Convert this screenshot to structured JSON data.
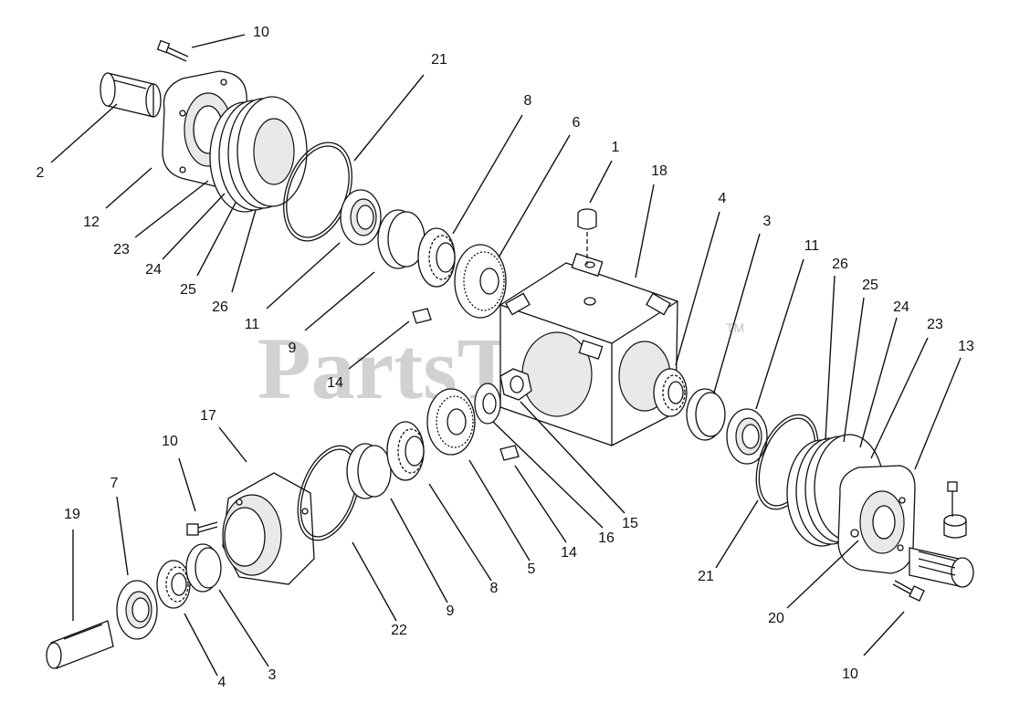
{
  "watermark": {
    "text": "PartsTree",
    "trademark": "TM"
  },
  "callouts": [
    {
      "label": "10"
    },
    {
      "label": "21"
    },
    {
      "label": "8"
    },
    {
      "label": "6"
    },
    {
      "label": "1"
    },
    {
      "label": "18"
    },
    {
      "label": "4"
    },
    {
      "label": "3"
    },
    {
      "label": "11"
    },
    {
      "label": "26"
    },
    {
      "label": "25"
    },
    {
      "label": "24"
    },
    {
      "label": "23"
    },
    {
      "label": "13"
    },
    {
      "label": "2"
    },
    {
      "label": "12"
    },
    {
      "label": "23"
    },
    {
      "label": "24"
    },
    {
      "label": "25"
    },
    {
      "label": "26"
    },
    {
      "label": "11"
    },
    {
      "label": "9"
    },
    {
      "label": "14"
    },
    {
      "label": "17"
    },
    {
      "label": "10"
    },
    {
      "label": "7"
    },
    {
      "label": "19"
    },
    {
      "label": "4"
    },
    {
      "label": "3"
    },
    {
      "label": "22"
    },
    {
      "label": "9"
    },
    {
      "label": "8"
    },
    {
      "label": "5"
    },
    {
      "label": "14"
    },
    {
      "label": "16"
    },
    {
      "label": "15"
    },
    {
      "label": "21"
    },
    {
      "label": "20"
    },
    {
      "label": "10"
    }
  ]
}
